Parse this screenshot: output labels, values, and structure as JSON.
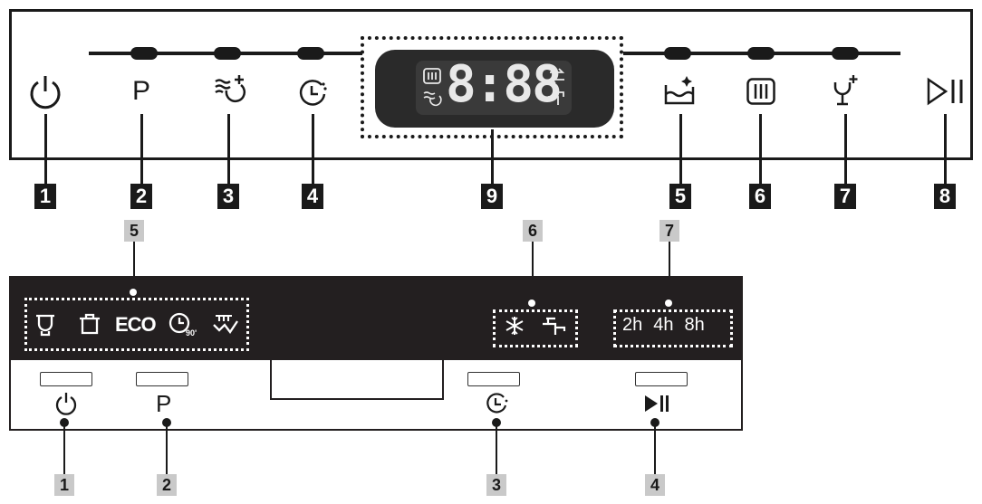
{
  "top_panel": {
    "prog_label": "P",
    "display_digits": "8:88",
    "callouts": [
      "1",
      "2",
      "3",
      "4",
      "9",
      "5",
      "6",
      "7",
      "8"
    ]
  },
  "bottom_panel": {
    "eco_label": "ECO",
    "hours": [
      "2h",
      "4h",
      "8h"
    ],
    "prog_label": "P",
    "callouts_top": [
      "5",
      "6",
      "7"
    ],
    "callouts_bottom": [
      "1",
      "2",
      "3",
      "4"
    ]
  },
  "icons": {
    "top": [
      "power-icon",
      "program-icon",
      "extra-dry-icon",
      "delay-timer-icon",
      "display-panel",
      "salt-refill-icon",
      "half-load-icon",
      "rinse-aid-icon",
      "start-pause-icon"
    ],
    "bottom_strip": [
      "intensive-icon",
      "normal-icon",
      "eco-icon",
      "90-minute-icon",
      "rapid-icon",
      "rinse-aid-indicator-icon",
      "salt-indicator-icon"
    ],
    "bottom_buttons": [
      "power-icon",
      "program-icon",
      "delay-timer-icon",
      "start-pause-icon"
    ]
  }
}
